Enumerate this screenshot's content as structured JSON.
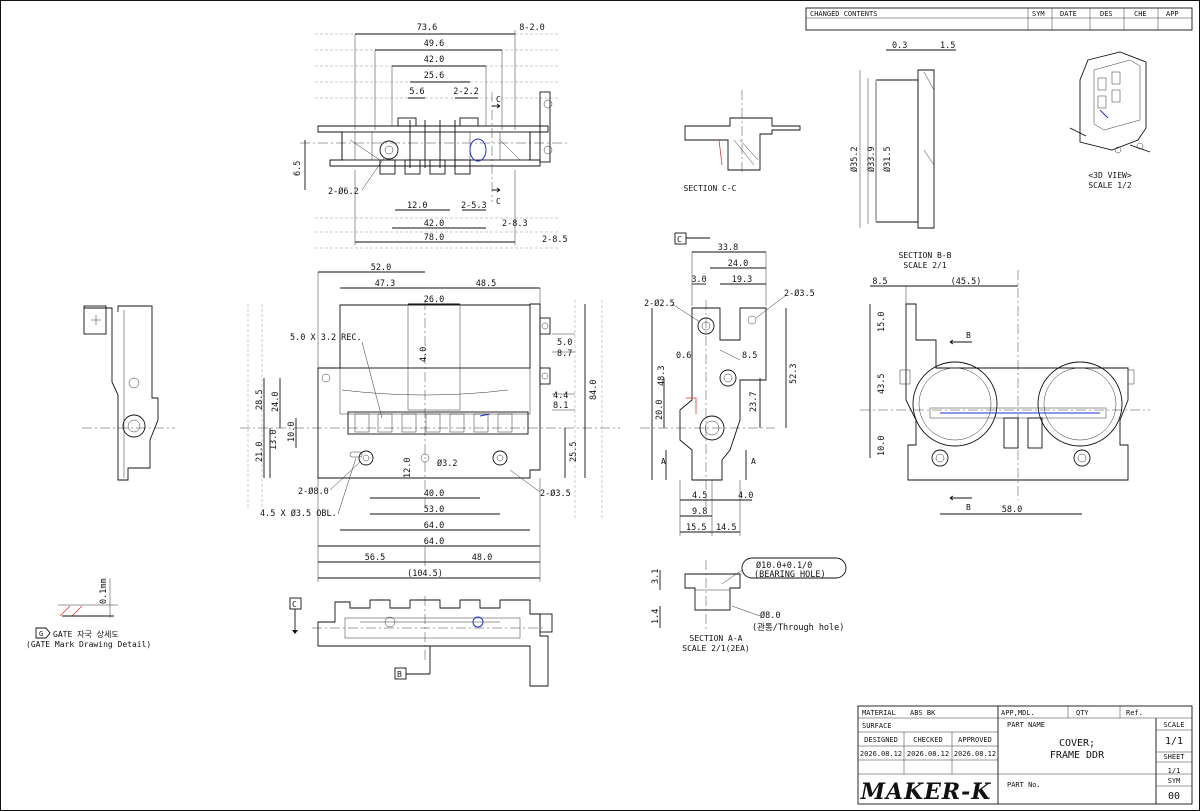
{
  "revision_table": {
    "headers": [
      "CHANGED CONTENTS",
      "SYM",
      "DATE",
      "DES",
      "CHE",
      "APP"
    ]
  },
  "top_view": {
    "dims": [
      "73.6",
      "8-2.0",
      "49.6",
      "42.0",
      "25.6",
      "5.6",
      "2-2.2",
      "6.5",
      "2-Ø6.2",
      "12.0",
      "2-5.3",
      "42.0",
      "2-8.3",
      "78.0",
      "2-8.5"
    ],
    "cut_labels": [
      "C",
      "C"
    ]
  },
  "section_cc": {
    "title": "SECTION C-C"
  },
  "section_bb": {
    "title": "SECTION B-B",
    "scale": "SCALE 2/1",
    "dims": [
      "0.3",
      "1.5",
      "Ø35.2",
      "Ø33.9",
      "Ø31.5"
    ]
  },
  "view_3d": {
    "title": "<3D VIEW>",
    "scale": "SCALE 1/2"
  },
  "front_view": {
    "dims": [
      "52.0",
      "47.3",
      "48.5",
      "26.0",
      "5.0 X 3.2 REC.",
      "4.0",
      "28.5",
      "24.0",
      "13.0",
      "21.0",
      "10.0",
      "Ø3.2",
      "12.0",
      "2-Ø8.0",
      "4.5 X Ø3.5 OBL.",
      "40.0",
      "53.0",
      "64.0",
      "64.0",
      "56.5",
      "48.0",
      "(104.5)",
      "5.0",
      "8.7",
      "4.4",
      "8.1",
      "84.0",
      "25.5",
      "2-Ø3.5"
    ]
  },
  "side_view": {
    "datum": "C",
    "dims": [
      "33.8",
      "24.0",
      "3.0",
      "19.3",
      "2-Ø2.5",
      "2-Ø3.5",
      "0.6",
      "8.5",
      "48.3",
      "52.3",
      "23.7",
      "20.0",
      "4.5",
      "4.0",
      "9.8",
      "15.5",
      "14.5"
    ],
    "cut_labels": [
      "A",
      "A"
    ]
  },
  "rear_view": {
    "dims": [
      "8.5",
      "(45.5)",
      "15.0",
      "43.5",
      "10.0",
      "58.0"
    ],
    "cut_labels": [
      "B",
      "B"
    ]
  },
  "bottom_view": {
    "datums": [
      "C",
      "B"
    ]
  },
  "section_aa": {
    "title": "SECTION A-A",
    "scale": "SCALE 2/1(2EA)",
    "callout_1": "Ø10.0+0.1/0",
    "callout_1_note": "(BEARING HOLE)",
    "callout_2": "Ø8.0",
    "callout_2_note": "(관통/Through hole)",
    "dims": [
      "3.1",
      "1.4"
    ]
  },
  "gate_detail": {
    "dim": "0.1mm",
    "marker": "G",
    "line1": "GATE 자국 상세도",
    "line2": "(GATE Mark Drawing Detail)"
  },
  "title_block": {
    "material_label": "MATERIAL",
    "material_value": "ABS BK",
    "surface_label": "SURFACE",
    "app_mdl": "APP,MDL.",
    "qty": "QTY",
    "ref": "Ref.",
    "designed": "DESIGNED",
    "checked": "CHECKED",
    "approved": "APPROVED",
    "date_designed": "2026.08.12",
    "date_checked": "2026.08.12",
    "date_approved": "2026.08.12",
    "part_name_label": "PART NAME",
    "part_name_1": "COVER;",
    "part_name_2": "FRAME DDR",
    "part_no_label": "PART No.",
    "scale_label": "SCALE",
    "scale_value": "1/1",
    "sheet_label": "SHEET",
    "sheet_value": "1/1",
    "sym_label": "SYM",
    "sym_value": "00",
    "logo": "MAKER-K"
  },
  "colors": {
    "line": "#111111",
    "highlight": "#2233cc",
    "gate": "#dd3333"
  }
}
